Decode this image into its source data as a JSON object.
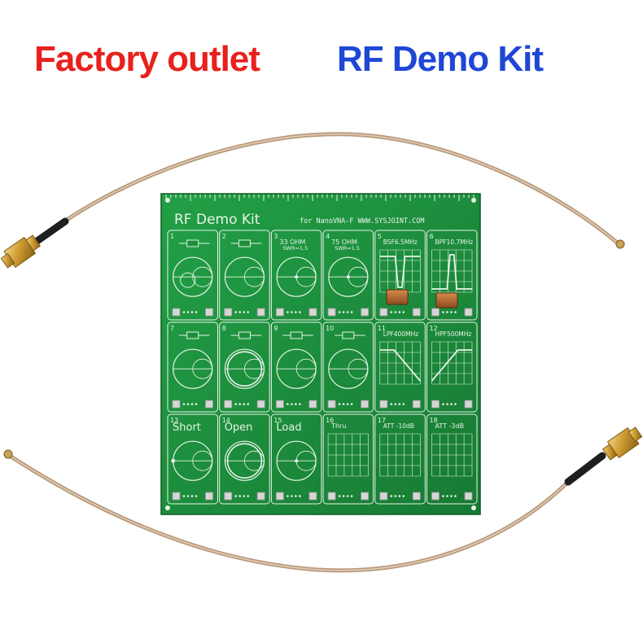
{
  "banner": {
    "left_text": "Factory outlet",
    "left_color": "#e8211d",
    "right_text": "RF Demo Kit",
    "right_color": "#1f47d6"
  },
  "board": {
    "title": "RF Demo Kit",
    "subtitle": "for NanoVNA-F  WWW.SYSJOINT.COM",
    "pcb_color": "#1d8f3c",
    "silk_color": "#e8f3e8",
    "tiles": [
      {
        "num": "1",
        "label": ""
      },
      {
        "num": "2",
        "label": ""
      },
      {
        "num": "3",
        "label": "33 OHM",
        "sub": "SWR=1.5"
      },
      {
        "num": "4",
        "label": "75 OHM",
        "sub": "SWR=1.5"
      },
      {
        "num": "5",
        "label": "BSF6.5MHz"
      },
      {
        "num": "6",
        "label": "BPF10.7MHz"
      },
      {
        "num": "7",
        "label": ""
      },
      {
        "num": "8",
        "label": ""
      },
      {
        "num": "9",
        "label": ""
      },
      {
        "num": "10",
        "label": ""
      },
      {
        "num": "11",
        "label": "LPF400MHz"
      },
      {
        "num": "12",
        "label": "HPF500MHz"
      },
      {
        "num": "13",
        "label": "Short"
      },
      {
        "num": "14",
        "label": "Open"
      },
      {
        "num": "15",
        "label": "Load"
      },
      {
        "num": "16",
        "label": "Thru"
      },
      {
        "num": "17",
        "label": "ATT -10dB"
      },
      {
        "num": "18",
        "label": "ATT -3dB"
      }
    ]
  },
  "icons": {
    "cable_top": "sma-cable-icon",
    "cable_bottom": "sma-cable-icon"
  }
}
